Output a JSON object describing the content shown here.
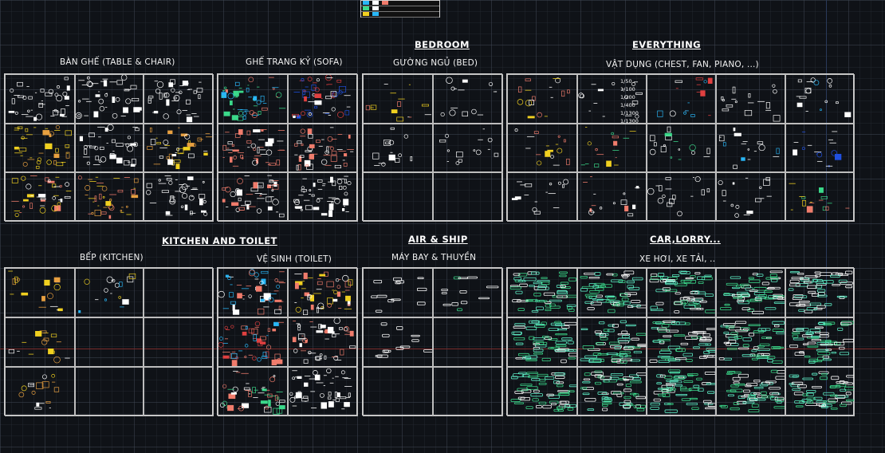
{
  "headings": {
    "bedroom": "BEDROOM",
    "everything": "EVERYTHING",
    "kitchen_toilet": "KITCHEN AND TOILET",
    "air_ship": "AIR & SHIP",
    "car_lorry": "CAR,LORRY..."
  },
  "labels": {
    "table_chair": "BÀN GHẾ (TABLE & CHAIR)",
    "sofa": "GHẾ TRANG KỶ (SOFA)",
    "bed": "GƯỜNG NGỦ (BED)",
    "chest": "VẬT DỤNG (CHEST, FAN, PIANO, ...)",
    "kitchen": "BẾP (KITCHEN)",
    "toilet": "VỆ SINH (TOILET)",
    "plane_ship": "MÁY BAY & THUYỀN",
    "cars": "XE HƠI, XE TẢI, .."
  },
  "scales": [
    "1/50",
    "1/100",
    "1/200",
    "1/400",
    "1/1300",
    "1/1300"
  ],
  "colors": {
    "grid": "#cfcfcf",
    "white": "#ffffff",
    "yellow": "#f0d020",
    "orange": "#e8a040",
    "salmon": "#f07c6c",
    "cyan": "#29b6f6",
    "green": "#3bd98a",
    "aqua": "#5ff0c8",
    "red": "#e04040",
    "blue": "#2050e0"
  }
}
